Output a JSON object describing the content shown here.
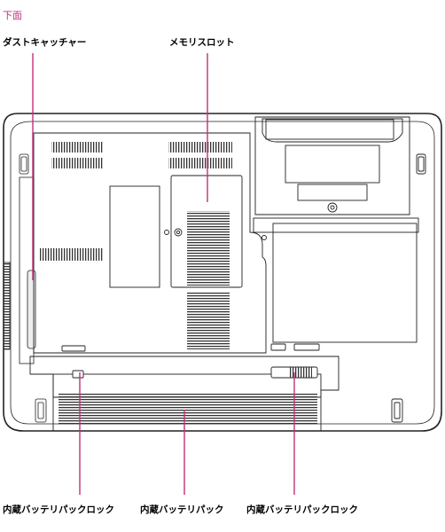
{
  "page": {
    "heading": "下面"
  },
  "labels": {
    "dust_catcher": "ダストキャッチャー",
    "memory_slot": "メモリスロット",
    "battery_lock_left": "内蔵バッテリパックロック",
    "battery_pack": "内蔵バッテリパック",
    "battery_lock_right": "内蔵バッテリパックロック"
  },
  "colors": {
    "leader_line": "#c0307a",
    "outline": "#222222",
    "heading": "#c0307a"
  }
}
